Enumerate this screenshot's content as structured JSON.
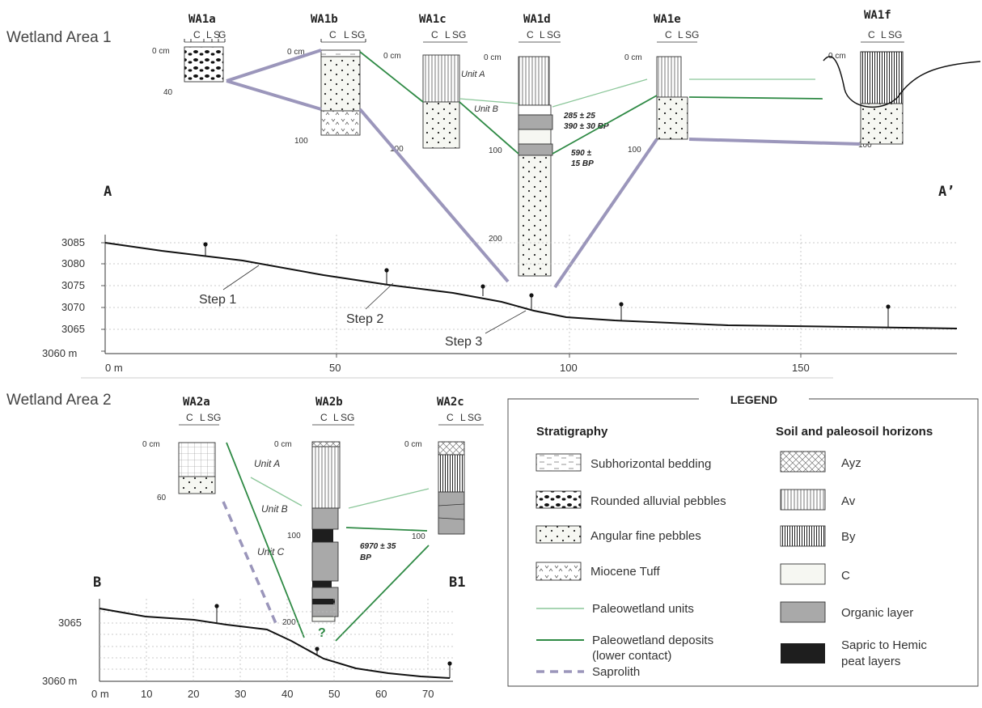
{
  "area1": {
    "title": "Wetland Area 1",
    "section_start": "A",
    "section_end": "A’",
    "cores": {
      "wa1a": {
        "name": "WA1a",
        "top": "0 cm",
        "bottom": "40"
      },
      "wa1b": {
        "name": "WA1b",
        "top": "0 cm",
        "bottom": "100"
      },
      "wa1c": {
        "name": "WA1c",
        "top": "0 cm",
        "bottom": "100",
        "unit_a": "Unit A",
        "unit_b": "Unit B"
      },
      "wa1d": {
        "name": "WA1d",
        "top": "0 cm",
        "d100": "100",
        "d200": "200"
      },
      "wa1e": {
        "name": "WA1e",
        "top": "0 cm",
        "bottom": "100"
      },
      "wa1f": {
        "name": "WA1f",
        "top": "0 cm",
        "bottom": "100"
      }
    },
    "dates": {
      "d1": "285 ± 25",
      "d2": "390 ± 30 BP",
      "d3": "590 ±",
      "d4": "15 BP"
    },
    "profile": {
      "y_ticks": [
        "3085",
        "3080",
        "3075",
        "3070",
        "3065",
        "3060 m"
      ],
      "x_ticks": [
        "0 m",
        "50",
        "100",
        "150"
      ],
      "steps": [
        "Step 1",
        "Step 2",
        "Step 3"
      ]
    }
  },
  "area2": {
    "title": "Wetland Area 2",
    "section_start": "B",
    "section_end": "B1",
    "cores": {
      "wa2a": {
        "name": "WA2a",
        "top": "0 cm",
        "bottom": "60"
      },
      "wa2b": {
        "name": "WA2b",
        "top": "0 cm",
        "d100": "100",
        "d200": "200",
        "unit_a": "Unit A",
        "unit_b": "Unit B",
        "unit_c": "Unit C"
      },
      "wa2c": {
        "name": "WA2c",
        "top": "0 cm",
        "bottom": "100"
      }
    },
    "date": {
      "line1": "6970 ± 35",
      "line2": "BP"
    },
    "question_mark": "?",
    "profile": {
      "y_ticks": [
        "3065",
        "3060 m"
      ],
      "x_ticks": [
        "0 m",
        "10",
        "20",
        "30",
        "40",
        "50",
        "60",
        "70"
      ]
    }
  },
  "texture_scale": {
    "c": "C",
    "l": "L",
    "s": "S",
    "g": "G"
  },
  "legend": {
    "title": "LEGEND",
    "strat_heading": "Stratigraphy",
    "soil_heading": "Soil and paleosoil horizons",
    "strat_items": [
      "Subhorizontal bedding",
      "Rounded alluvial pebbles",
      "Angular fine pebbles",
      "Miocene Tuff"
    ],
    "line_items": [
      "Paleowetland units",
      "Paleowetland deposits",
      "(lower contact)",
      "Saprolith"
    ],
    "soil_items": [
      "Ayz",
      "Av",
      "By",
      "C",
      "Organic layer",
      "Sapric to Hemic",
      "peat layers"
    ]
  },
  "colors": {
    "purple_link": "#9b96bb",
    "green_contact": "#2f8a45",
    "light_green": "#8cc79a",
    "organic_gray": "#a9a9a9",
    "peat": "#1e1e1e",
    "core_fill": "#f6f7f2",
    "text": "#222222"
  }
}
